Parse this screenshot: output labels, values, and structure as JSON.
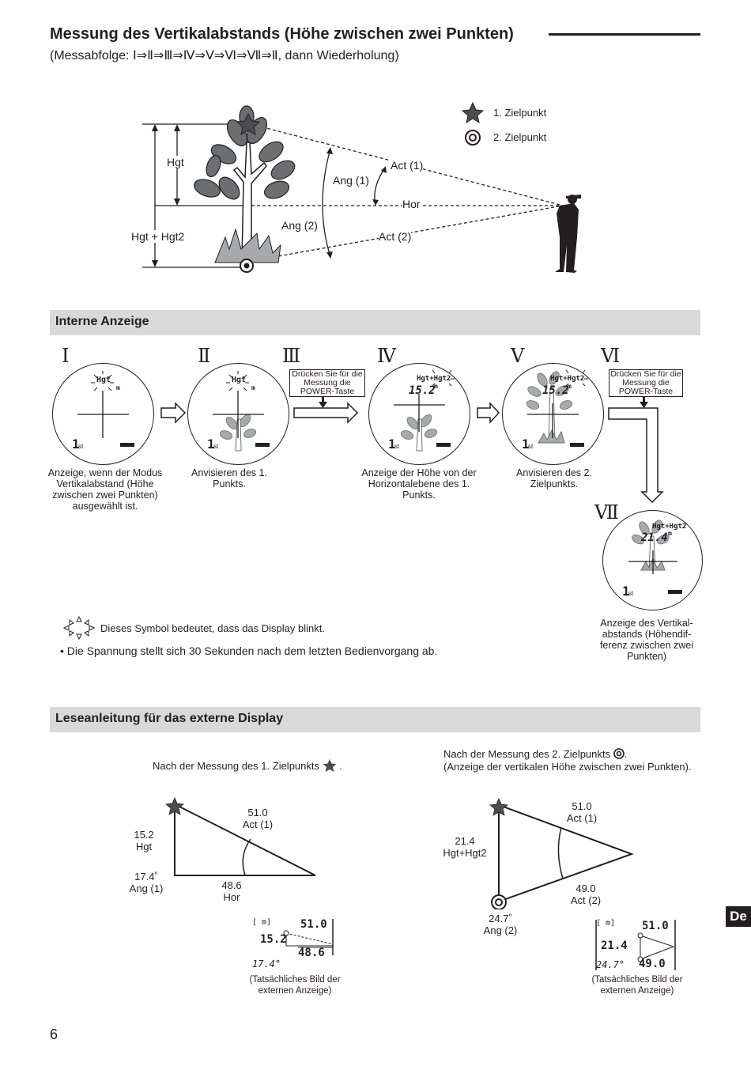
{
  "header": {
    "title": "Messung des Vertikalabstands (Höhe zwischen zwei Punkten)",
    "subtitle": "(Messabfolge: Ⅰ⇒Ⅱ⇒Ⅲ⇒Ⅳ⇒Ⅴ⇒Ⅵ⇒Ⅶ⇒Ⅱ, dann Wiederholung)"
  },
  "diagram": {
    "legend_target1": "1. Zielpunkt",
    "legend_target2": "2. Zielpunkt",
    "hgt": "Hgt",
    "hgt_total": "Hgt + Hgt2",
    "ang1": "Ang (1)",
    "ang2": "Ang (2)",
    "act1": "Act (1)",
    "act2": "Act (2)",
    "hor": "Hor"
  },
  "internal": {
    "heading": "Interne Anzeige",
    "steps": [
      {
        "numeral": "Ⅰ",
        "caption": "Anzeige, wenn der Modus Vertikalabstand (Höhe zwischen zwei Punkten) ausgewählt ist."
      },
      {
        "numeral": "Ⅱ",
        "caption": "Anvisieren des 1. Punkts."
      },
      {
        "numeral": "Ⅲ",
        "box": "Drücken Sie für die Messung die POWER-Taste"
      },
      {
        "numeral": "Ⅳ",
        "caption": "Anzeige der Höhe von der Horizontalebene des 1. Punkts."
      },
      {
        "numeral": "Ⅴ",
        "caption": "Anvisieren des 2. Zielpunkts."
      },
      {
        "numeral": "Ⅵ",
        "box": "Drücken Sie für die Messung die POWER-Taste"
      },
      {
        "numeral": "Ⅶ",
        "caption": "Anzeige des Vertikal-abstands (Höhendif-ferenz zwischen zwei Punkten)"
      }
    ],
    "lcd": {
      "hgt": "Hgt",
      "hgt_hgt2": "Hgt+Hgt2",
      "unit": "m",
      "first": "1",
      "first_suffix": "st",
      "value_hgt": "15.2",
      "value_total": "21.4"
    },
    "blink_note": "Dieses Symbol bedeutet, dass das Display blinkt.",
    "power_note": "• Die Spannung stellt sich 30 Sekunden nach dem letzten Bedienvorgang ab."
  },
  "external": {
    "heading": "Leseanleitung für das externe Display",
    "left": {
      "intro": "Nach der Messung des 1. Zielpunkts",
      "intro_end": ".",
      "act_value": "51.0",
      "act_label": "Act (1)",
      "hgt_value": "15.2",
      "hgt_label": "Hgt",
      "ang_value": "17.4˚",
      "ang_label": "Ang (1)",
      "hor_value": "48.6",
      "hor_label": "Hor",
      "lcd_unit": "[ m]",
      "lcd_top": "51.0",
      "lcd_left": "15.2",
      "lcd_right": "48.6",
      "lcd_ang": "17.4°",
      "caption": "(Tatsächliches Bild der externen Anzeige)"
    },
    "right": {
      "intro1": "Nach der Messung des 2. Zielpunkts",
      "intro1_end": ".",
      "intro2": "(Anzeige der vertikalen Höhe zwischen zwei Punkten).",
      "act1_value": "51.0",
      "act1_label": "Act (1)",
      "total_value": "21.4",
      "total_label": "Hgt+Hgt2",
      "act2_value": "49.0",
      "act2_label": "Act (2)",
      "ang_value": "24.7˚",
      "ang_label": "Ang (2)",
      "lcd_unit": "[ m]",
      "lcd_top": "51.0",
      "lcd_left": "21.4",
      "lcd_right": "49.0",
      "lcd_ang": "24.7°",
      "caption": "(Tatsächliches Bild der externen Anzeige)"
    }
  },
  "footer": {
    "page_number": "6",
    "language": "De"
  }
}
